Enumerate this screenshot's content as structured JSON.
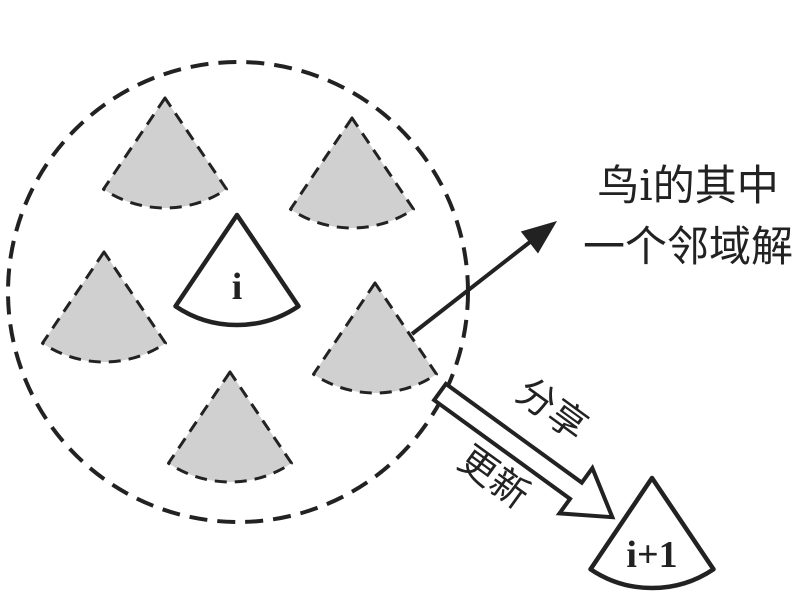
{
  "diagram": {
    "neighborhood_label_line1": "鸟i的其中",
    "neighborhood_label_line2": "一个邻域解",
    "current_bird_label": "i",
    "next_bird_label": "i+1",
    "share_label": "分享",
    "update_label": "更新"
  },
  "colors": {
    "line": "#222222",
    "neighbor_fill": "#d0d0d0",
    "bird_fill": "#ffffff"
  }
}
